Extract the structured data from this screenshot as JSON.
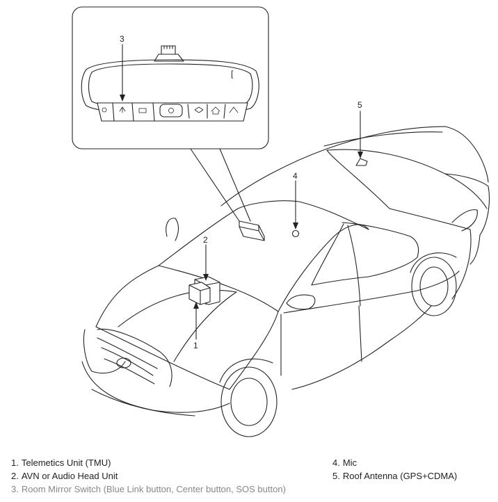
{
  "callouts": {
    "mirror_switch": "3",
    "tmu_box": "2",
    "head_unit": "1",
    "mic": "4",
    "antenna": "5"
  },
  "legend": {
    "left": [
      {
        "num": "1.",
        "label": "Telemetics Unit (TMU)"
      },
      {
        "num": "2.",
        "label": "AVN or Audio Head Unit"
      },
      {
        "num": "3.",
        "label": "Room Mirror Switch (Blue Link button, Center button, SOS button)"
      }
    ],
    "right": [
      {
        "num": "4.",
        "label": "Mic"
      },
      {
        "num": "5.",
        "label": "Roof Antenna (GPS+CDMA)"
      }
    ]
  },
  "mirror_display_char": "["
}
